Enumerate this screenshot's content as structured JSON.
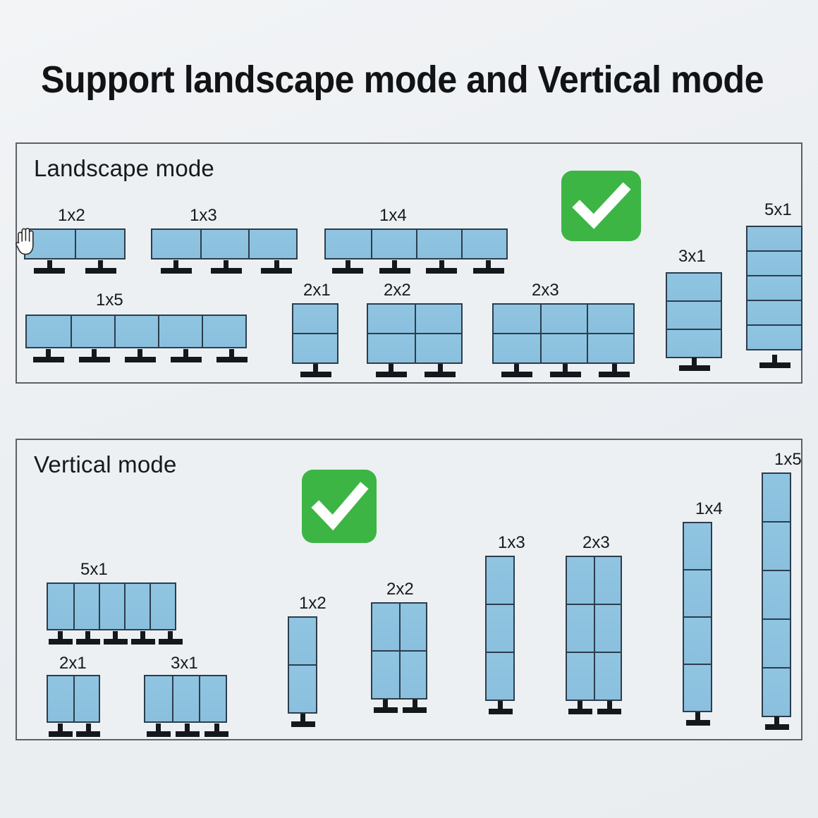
{
  "title": "Support landscape mode and Vertical mode",
  "colors": {
    "page_background": "#eef1f3",
    "panel_background": "#edf0f2",
    "panel_border": "#5d6166",
    "screen_blue": "#8cc3e0",
    "screen_border": "#2c3d4d",
    "stand_black": "#14181c",
    "check_green": "#3cb544",
    "check_white": "#ffffff",
    "text_black": "#17191c"
  },
  "cursor": {
    "icon": "open-hand-cursor"
  },
  "landscape": {
    "heading": "Landscape mode",
    "check_icon": "green-check-badge",
    "orientation": "landscape",
    "layouts": [
      {
        "label": "1x2",
        "rows": 1,
        "cols": 2,
        "stands": 2
      },
      {
        "label": "1x3",
        "rows": 1,
        "cols": 3,
        "stands": 3
      },
      {
        "label": "1x4",
        "rows": 1,
        "cols": 4,
        "stands": 4
      },
      {
        "label": "3x1",
        "rows": 3,
        "cols": 1,
        "stands": 1
      },
      {
        "label": "5x1",
        "rows": 5,
        "cols": 1,
        "stands": 1
      },
      {
        "label": "1x5",
        "rows": 1,
        "cols": 5,
        "stands": 5
      },
      {
        "label": "2x1",
        "rows": 2,
        "cols": 1,
        "stands": 1
      },
      {
        "label": "2x2",
        "rows": 2,
        "cols": 2,
        "stands": 2
      },
      {
        "label": "2x3",
        "rows": 2,
        "cols": 3,
        "stands": 3
      }
    ]
  },
  "vertical": {
    "heading": "Vertical mode",
    "check_icon": "green-check-badge",
    "orientation": "portrait",
    "layouts": [
      {
        "label": "5x1",
        "rows": 1,
        "cols": 5,
        "stands": 5
      },
      {
        "label": "2x1",
        "rows": 1,
        "cols": 2,
        "stands": 2
      },
      {
        "label": "3x1",
        "rows": 1,
        "cols": 3,
        "stands": 3
      },
      {
        "label": "1x2",
        "rows": 2,
        "cols": 1,
        "stands": 1
      },
      {
        "label": "2x2",
        "rows": 2,
        "cols": 2,
        "stands": 2
      },
      {
        "label": "1x3",
        "rows": 3,
        "cols": 1,
        "stands": 1
      },
      {
        "label": "2x3",
        "rows": 3,
        "cols": 2,
        "stands": 2
      },
      {
        "label": "1x4",
        "rows": 4,
        "cols": 1,
        "stands": 1
      },
      {
        "label": "1x5",
        "rows": 5,
        "cols": 1,
        "stands": 1
      }
    ]
  }
}
